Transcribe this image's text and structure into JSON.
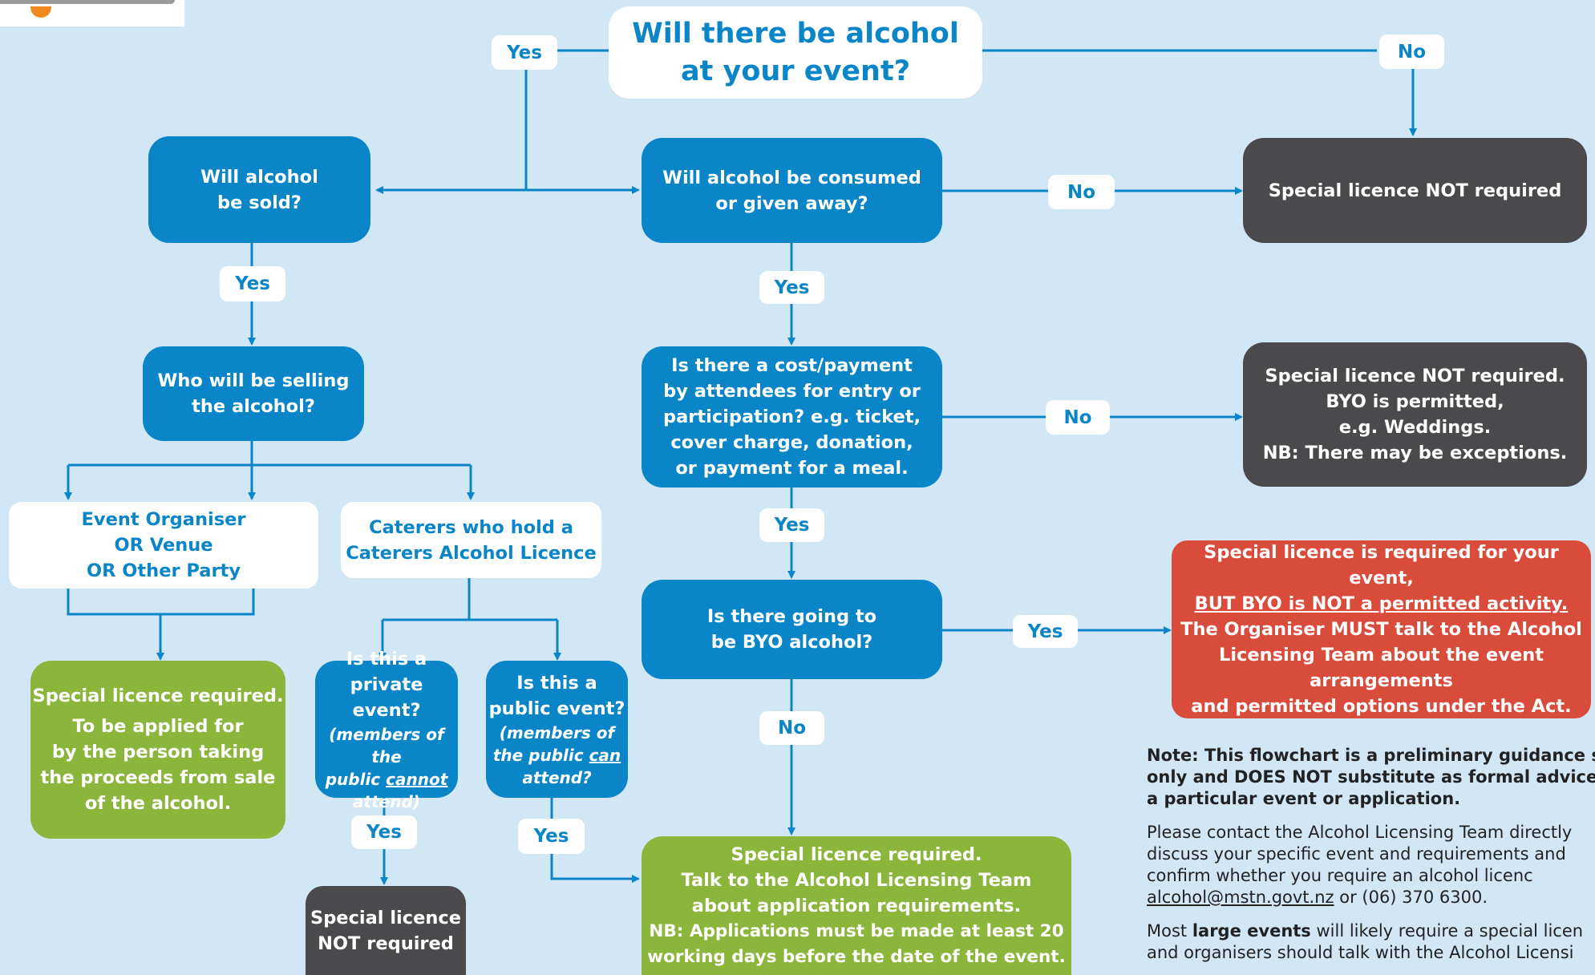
{
  "colors": {
    "background": "#d2e7f6",
    "question_blue": "#0a86c8",
    "not_required_dark": "#4a4a4c",
    "required_green": "#8ab73b",
    "warning_red": "#d94b3b",
    "label_white": "#ffffff"
  },
  "q_alcohol": {
    "line1": "Will there be alcohol",
    "line2": "at your event?"
  },
  "q_sold": {
    "line1": "Will alcohol",
    "line2": "be sold?"
  },
  "q_consumed": {
    "line1": "Will alcohol be consumed",
    "line2": "or given away?"
  },
  "q_who_selling": {
    "line1": "Who will be selling",
    "line2": "the alcohol?"
  },
  "q_cost": {
    "line1": "Is there a cost/payment",
    "line2": "by attendees for entry or",
    "line3": "participation? e.g. ticket,",
    "line4": "cover charge, donation,",
    "line5": "or payment for a meal."
  },
  "q_byo": {
    "line1": "Is there going to",
    "line2": "be BYO alcohol?"
  },
  "q_private": {
    "line1": "Is this a",
    "line2": "private event?",
    "note1": "(members of the",
    "note2a": "public ",
    "note2b": "cannot",
    "note3": "attend)"
  },
  "q_public": {
    "line1": "Is this a",
    "line2": "public event?",
    "note1": "(members of",
    "note2a": "the public ",
    "note2b": "can",
    "note3": "attend?"
  },
  "opt_organiser": {
    "line1": "Event Organiser",
    "line2": "OR Venue",
    "line3": "OR Other Party"
  },
  "opt_caterers": {
    "line1": "Caterers who hold a",
    "line2": "Caterers Alcohol Licence"
  },
  "r_not_required": {
    "text": "Special licence NOT required"
  },
  "r_byo_permitted": {
    "line1": "Special licence NOT required.",
    "line2": "BYO is permitted,",
    "line3": "e.g. Weddings.",
    "line4": "NB: There may be exceptions."
  },
  "r_red": {
    "line1": "Special licence is required for your event,",
    "line2": "BUT BYO is NOT a permitted activity.",
    "line3": "The Organiser MUST talk to the Alcohol",
    "line4": "Licensing Team about the event arrangements",
    "line5": "and permitted options under the Act."
  },
  "r_green_left": {
    "line1": "Special licence required.",
    "line2": "To be applied for",
    "line3": "by the person taking",
    "line4": "the proceeds from sale",
    "line5": "of the alcohol."
  },
  "r_private_not": {
    "line1": "Special licence",
    "line2": "NOT required"
  },
  "r_green_bottom": {
    "line1": "Special licence required.",
    "line2": "Talk to the Alcohol Licensing Team",
    "line3": "about application requirements.",
    "line4a": "NB: Applications must be made at least ",
    "line4b": "20",
    "line5a": "working days before the date of the event",
    "line5b": "."
  },
  "labels": {
    "yes_top": "Yes",
    "no_top": "No",
    "no_consumed": "No",
    "yes_sold": "Yes",
    "yes_consumed": "Yes",
    "no_cost": "No",
    "yes_cost": "Yes",
    "yes_byo": "Yes",
    "no_byo": "No",
    "yes_private": "Yes",
    "yes_public": "Yes"
  },
  "note": {
    "bold1": "Note: This flowchart is a preliminary guidance she",
    "bold2": "only and DOES NOT substitute as formal advice abo",
    "bold3": "a particular event or application.",
    "p2_1": "Please contact the Alcohol Licensing Team directly",
    "p2_2": "discuss your specific event and requirements and",
    "p2_3": "confirm whether you require an alcohol licenc",
    "p2_email": "alcohol@mstn.govt.nz",
    "p2_phone": " or (06) 370 6300.",
    "p3_a": "Most ",
    "p3_b": "large events",
    "p3_c": " will likely require a special licen",
    "p3_2": "and organisers should talk with the Alcohol Licensi"
  }
}
